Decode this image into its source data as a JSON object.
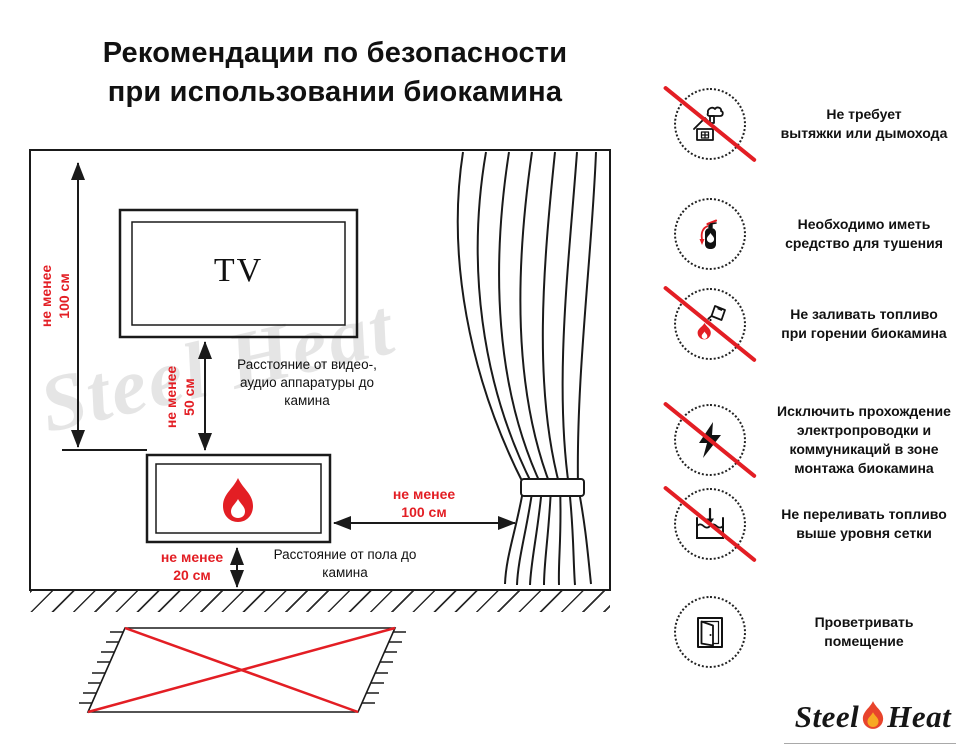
{
  "title": {
    "text": "Рекомендации по безопасности\nпри использовании биокамина"
  },
  "diagram": {
    "tv_label": "TV",
    "dim_ceiling": "не менее\n100 см",
    "dim_tv_gap": "не менее\n50 см",
    "tv_note": "Расстояние от видео-,\nаудио аппаратуры до\nкамина",
    "dim_curtain": "не менее\n100 см",
    "dim_floor": "не менее\n20 см",
    "floor_note": "Расстояние от пола до\nкамина",
    "watermark": "Steel Heat"
  },
  "rules": [
    {
      "name": "no-chimney",
      "crossed": true,
      "text": "Не требует\nвытяжки или дымохода"
    },
    {
      "name": "extinguisher",
      "crossed": false,
      "text": "Необходимо иметь\nсредство для тушения"
    },
    {
      "name": "no-refuel-burning",
      "crossed": true,
      "text": "Не заливать топливо\nпри горении биокамина"
    },
    {
      "name": "no-wiring",
      "crossed": true,
      "text": "Исключить прохождение\nэлектропроводки и\nкоммуникаций в зоне\nмонтажа биокамина"
    },
    {
      "name": "no-overfill",
      "crossed": true,
      "text": "Не переливать топливо\nвыше уровня сетки"
    },
    {
      "name": "ventilate",
      "crossed": false,
      "text": "Проветривать\nпомещение"
    }
  ],
  "logo": {
    "steel": "Steel",
    "heat": "Heat"
  },
  "colors": {
    "accent_red": "#e31e24",
    "ink": "#1a1a1a"
  }
}
